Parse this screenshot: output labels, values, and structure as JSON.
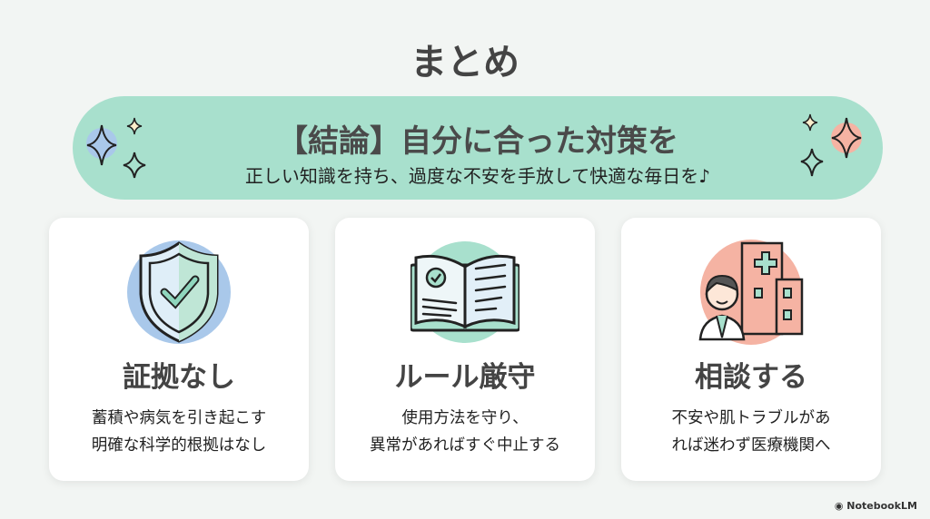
{
  "title": "まとめ",
  "banner": {
    "heading": "【結論】自分に合った対策を",
    "subtitle": "正しい知識を持ち、過度な不安を手放して快適な毎日を♪"
  },
  "cards": [
    {
      "icon": "shield-check-icon",
      "heading": "証拠なし",
      "lines": [
        "蓄積や病気を引き起こす",
        "明確な科学的根拠はなし"
      ]
    },
    {
      "icon": "open-book-icon",
      "heading": "ルール厳守",
      "lines": [
        "使用方法を守り、",
        "異常があればすぐ中止する"
      ]
    },
    {
      "icon": "doctor-hospital-icon",
      "heading": "相談する",
      "lines": [
        "不安や肌トラブルがあ",
        "れば迷わず医療機関へ"
      ]
    }
  ],
  "watermark": "NotebookLM",
  "colors": {
    "mint": "#a8e0cd",
    "blue": "#a9c8ea",
    "salmon": "#f5b3a3"
  }
}
